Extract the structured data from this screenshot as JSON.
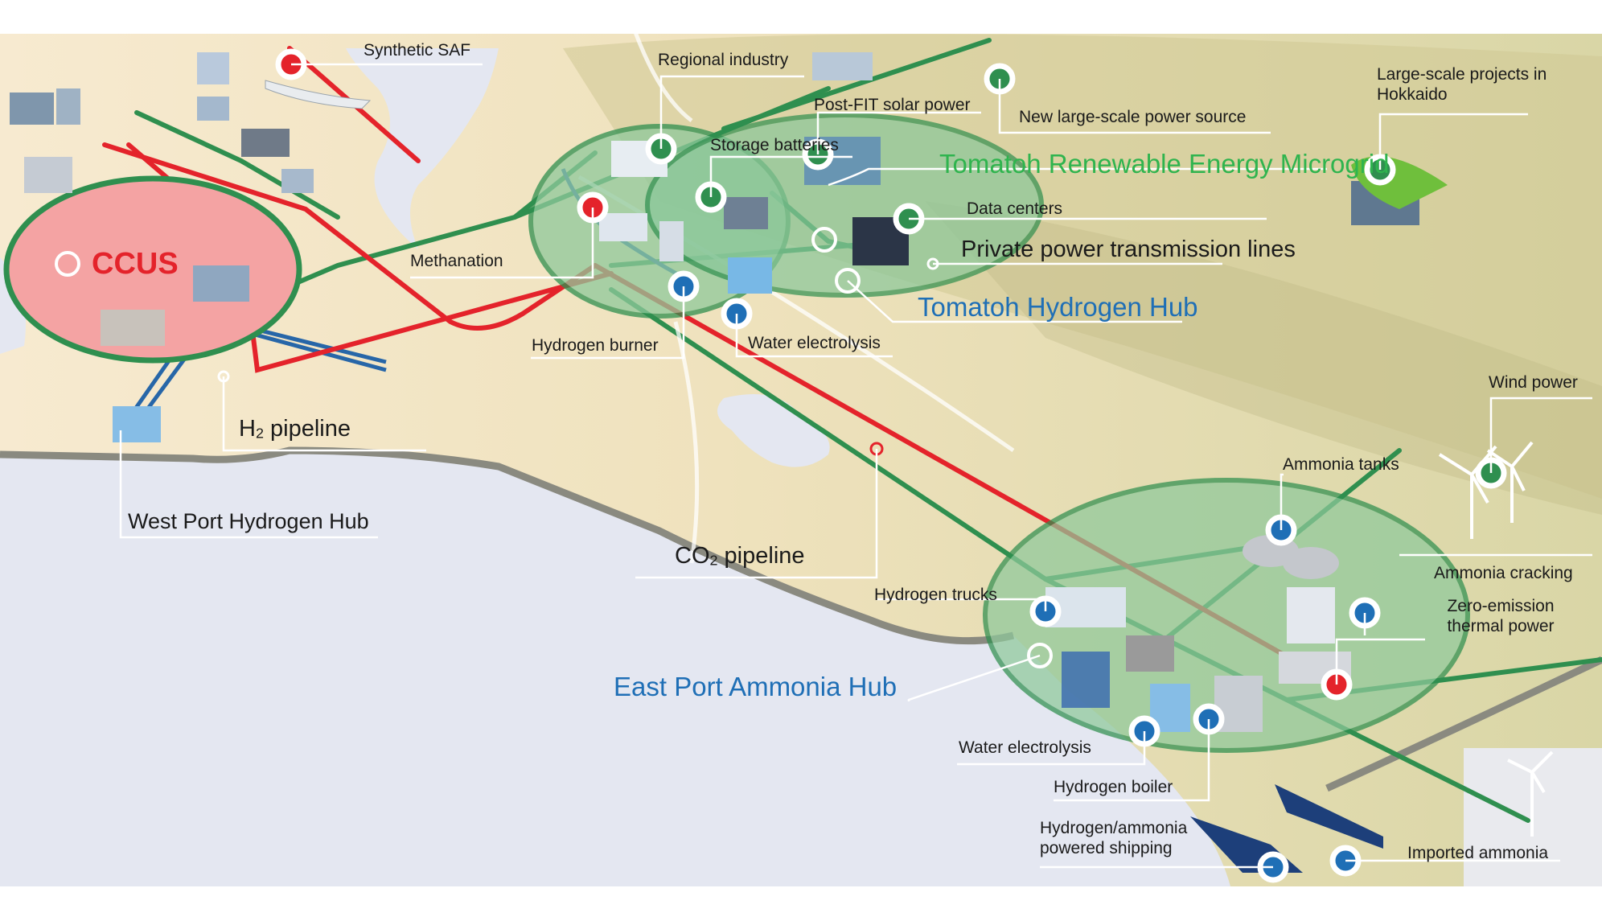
{
  "colors": {
    "land_sand": "#f6e9cb",
    "land_olive": "#d9d3a4",
    "sea": "#e4e7f1",
    "co2_pipe": "#e4232b",
    "h2_pipe": "#2766a8",
    "power_line": "#2f8f4f",
    "ccus_fill": "#f4a3a3",
    "hub_fill": "#7fc08e",
    "hub_ring": "#2f8f4f"
  },
  "labels": {
    "synthetic_saf": "Synthetic SAF",
    "regional_industry": "Regional industry",
    "post_fit_solar": "Post-FIT solar power",
    "new_large_scale_power": "New large-scale power source",
    "large_scale_projects": "Large-scale projects in Hokkaido",
    "storage_batteries": "Storage batteries",
    "microgrid": "Tomatoh Renewable Energy Microgrid",
    "data_centers": "Data centers",
    "private_lines": "Private power transmission lines",
    "ccus": "CCUS",
    "methanation": "Methanation",
    "tomatoh_hydrogen_hub": "Tomatoh Hydrogen Hub",
    "hydrogen_burner": "Hydrogen burner",
    "water_electrolysis_top": "Water electrolysis",
    "h2_pipeline_main": "H",
    "h2_pipeline_sub": "2",
    "h2_pipeline_rest": " pipeline",
    "west_port_hub": "West Port Hydrogen Hub",
    "wind_power": "Wind power",
    "ammonia_tanks": "Ammonia tanks",
    "co2_pipeline_main": "CO",
    "co2_pipeline_sub": "2",
    "co2_pipeline_rest": " pipeline",
    "ammonia_cracking": "Ammonia cracking",
    "hydrogen_trucks": "Hydrogen trucks",
    "zero_emission": "Zero-emission thermal power",
    "east_port_hub": "East Port Ammonia Hub",
    "water_electrolysis_bottom": "Water electrolysis",
    "hydrogen_boiler": "Hydrogen boiler",
    "shipping": "Hydrogen/ammonia powered shipping",
    "imported_ammonia": "Imported ammonia"
  }
}
